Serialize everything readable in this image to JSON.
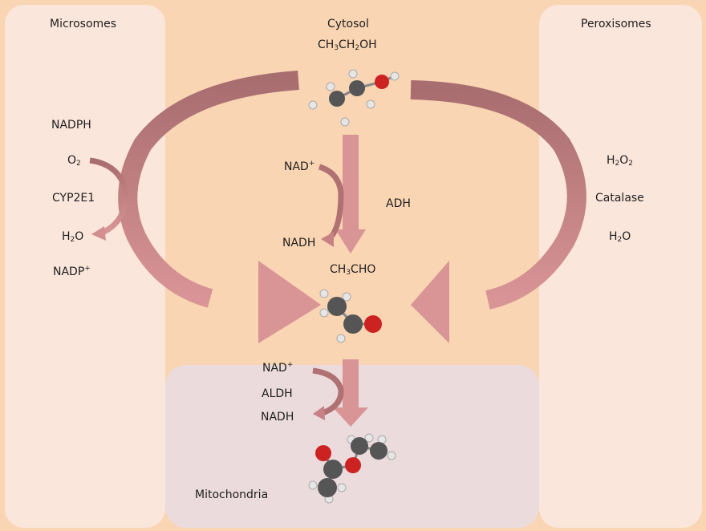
{
  "colors": {
    "cytosol_bg": "#f9d5b3",
    "side_panel_bg": "#fbe6dc",
    "mitochondria_bg": "#ecdbdc",
    "arrow_dark": "#a86d6f",
    "arrow_light": "#d99496",
    "carbon": "#555555",
    "oxygen": "#cc2222",
    "hydrogen": "#e6e6e6"
  },
  "compartments": {
    "microsomes": "Microsomes",
    "cytosol": "Cytosol",
    "peroxisomes": "Peroxisomes",
    "mitochondria": "Mitochondria"
  },
  "cytosol": {
    "ethanol_formula": {
      "p1": "CH",
      "s1": "3",
      "p2": "CH",
      "s2": "2",
      "p3": "OH"
    },
    "acetaldehyde_formula": {
      "p1": "CH",
      "s1": "3",
      "p2": "CHO"
    },
    "nad_plus": {
      "base": "NAD",
      "sup": "+"
    },
    "adh": "ADH",
    "nadh": "NADH"
  },
  "microsomes_path": {
    "nadph": "NADPH",
    "o2": {
      "base": "O",
      "sub": "2"
    },
    "enzyme": "CYP2E1",
    "h2o": {
      "base": "H",
      "sub": "2",
      "rest": "O"
    },
    "nadp_plus": {
      "base": "NADP",
      "sup": "+"
    }
  },
  "peroxisomes_path": {
    "h2o2": {
      "base": "H",
      "sub": "2",
      "mid": "O",
      "sub2": "2"
    },
    "enzyme": "Catalase",
    "h2o": {
      "base": "H",
      "sub": "2",
      "rest": "O"
    }
  },
  "mitochondria_path": {
    "nad_plus": {
      "base": "NAD",
      "sup": "+"
    },
    "enzyme": "ALDH",
    "nadh": "NADH"
  },
  "molecule_icons": [
    "ethanol-molecule-icon",
    "acetaldehyde-molecule-icon",
    "acetate-molecule-icon"
  ]
}
